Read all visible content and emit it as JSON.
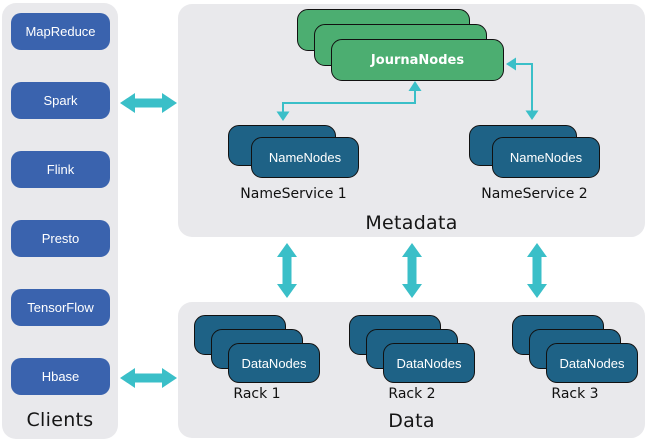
{
  "colors": {
    "panel_bg": "#E9E9EC",
    "client_blue": "#3A63AE",
    "node_teal": "#1E6286",
    "journal_green": "#4CAE71",
    "arrow_teal": "#3ABFC8",
    "node_border": "#111111"
  },
  "clients": {
    "title": "Clients",
    "items": [
      "MapReduce",
      "Spark",
      "Flink",
      "Presto",
      "TensorFlow",
      "Hbase"
    ]
  },
  "metadata": {
    "title": "Metadata",
    "journal_nodes": {
      "label": "JournaNodes",
      "stack_count": 3
    },
    "nameservices": [
      {
        "node_label": "NameNodes",
        "caption": "NameService 1",
        "stack_count": 2
      },
      {
        "node_label": "NameNodes",
        "caption": "NameService 2",
        "stack_count": 2
      }
    ]
  },
  "data_section": {
    "title": "Data",
    "racks": [
      {
        "node_label": "DataNodes",
        "caption": "Rack 1",
        "stack_count": 3
      },
      {
        "node_label": "DataNodes",
        "caption": "Rack 2",
        "stack_count": 3
      },
      {
        "node_label": "DataNodes",
        "caption": "Rack 3",
        "stack_count": 3
      }
    ]
  }
}
